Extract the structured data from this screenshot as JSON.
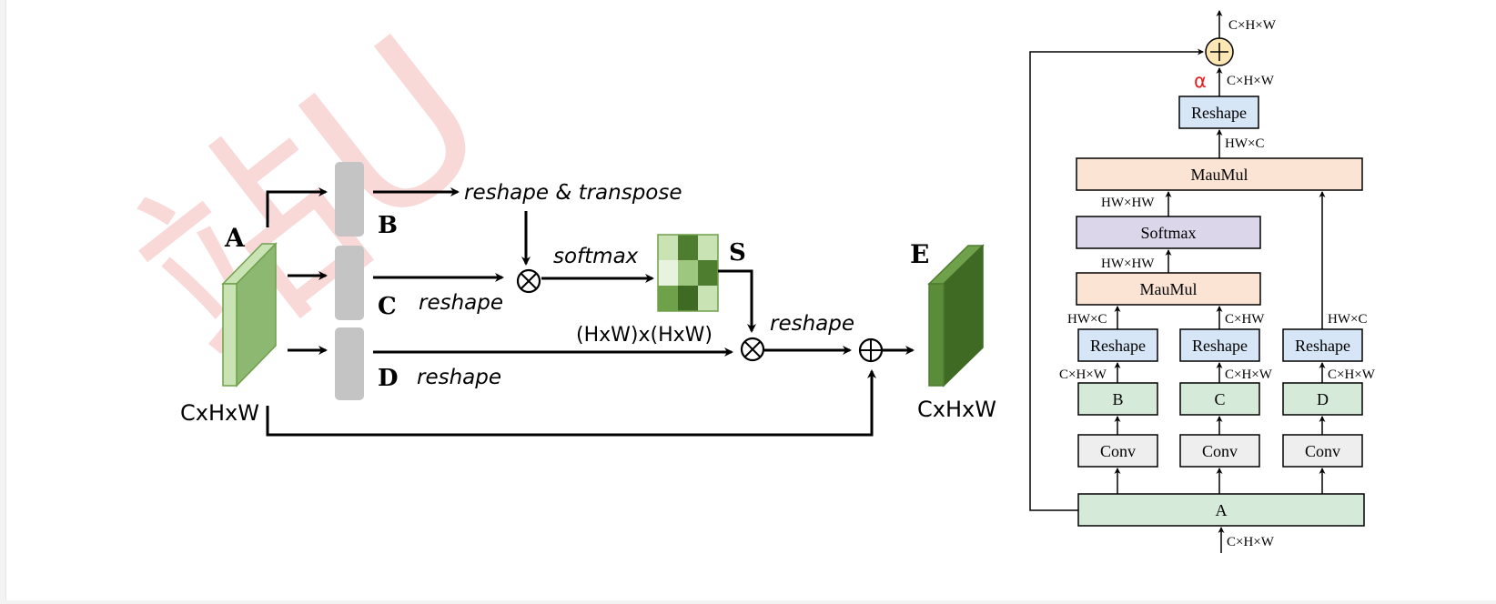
{
  "watermark": "站U",
  "left_diagram": {
    "input": {
      "label": "A",
      "dims": "CxHxW"
    },
    "branches": [
      {
        "label": "B",
        "op": "reshape & transpose"
      },
      {
        "label": "C",
        "op": "reshape"
      },
      {
        "label": "D",
        "op": "reshape"
      }
    ],
    "softmax_label": "softmax",
    "attention": {
      "label": "S",
      "size_label": "(HxW)x(HxW)",
      "post_op": "reshape"
    },
    "output": {
      "label": "E",
      "dims": "CxHxW"
    }
  },
  "right_diagram": {
    "top_dims": "C×H×W",
    "alpha": "α",
    "alpha_dims": "C×H×W",
    "reshape_out": "Reshape",
    "hwc_top": "HW×C",
    "matmul_top": "MauMul",
    "hwhw_top": "HW×HW",
    "softmax": "Softmax",
    "hwhw_mid": "HW×HW",
    "matmul_mid": "MauMul",
    "branch_b": {
      "reshape": "Reshape",
      "reshape_dims": "HW×C",
      "feat": "B",
      "feat_dims": "C×H×W",
      "conv": "Conv"
    },
    "branch_c": {
      "reshape": "Reshape",
      "reshape_dims": "C×HW",
      "feat": "C",
      "feat_dims": "C×H×W",
      "conv": "Conv"
    },
    "branch_d": {
      "reshape": "Reshape",
      "reshape_dims": "HW×C",
      "feat": "D",
      "feat_dims": "C×H×W",
      "conv": "Conv"
    },
    "input": "A",
    "input_dims": "C×H×W"
  },
  "colors": {
    "green_light": "#c9e3b4",
    "green_mid": "#9dc67f",
    "green_dark": "#4f7d30",
    "green_darker": "#3e6a24",
    "gray_block": "#c4c4c4",
    "blue_box": "#d7e6f7",
    "peach_box": "#fbe4d4",
    "lavender_box": "#dcd6ea",
    "mint_box": "#d6ead9",
    "gray_box": "#eeeeee",
    "plus_circle": "#fbe6b4",
    "alpha_red": "#e02020",
    "watermark": "#f7c7c7"
  }
}
